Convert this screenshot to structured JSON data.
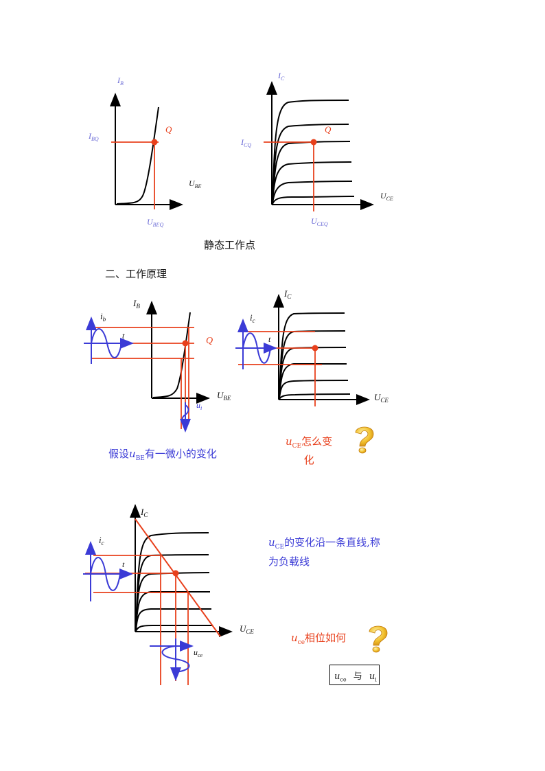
{
  "fig1": {
    "ib_label": "I",
    "ib_sub": "B",
    "ibq_label": "I",
    "ibq_sub": "BQ",
    "ube_label": "U",
    "ube_sub": "BE",
    "ubeq_label": "U",
    "ubeq_sub": "BEQ",
    "q_label": "Q"
  },
  "fig2": {
    "ic_label": "I",
    "ic_sub": "C",
    "icq_label": "I",
    "icq_sub": "CQ",
    "uce_label": "U",
    "uce_sub": "CE",
    "uceq_label": "U",
    "uceq_sub": "CEQ",
    "q_label": "Q"
  },
  "caption_static": "静态工作点",
  "section_heading": "二、工作原理",
  "fig3": {
    "ib_label": "I",
    "ib_sub": "B",
    "small_ib": "i",
    "small_ib_sub": "b",
    "t_label": "t",
    "q_label": "Q",
    "ube_label": "U",
    "ube_sub": "BE",
    "ui_label": "u",
    "ui_sub": "i"
  },
  "fig4": {
    "ic_label": "I",
    "ic_sub": "C",
    "small_ic": "i",
    "small_ic_sub": "c",
    "t_label": "t",
    "uce_label": "U",
    "uce_sub": "CE"
  },
  "note_assume": {
    "prefix": "假设",
    "var": "u",
    "sub": "BE",
    "suffix": "有一微小的变化"
  },
  "note_how": {
    "var": "u",
    "sub": "CE",
    "line1": "怎么变",
    "line2": "化"
  },
  "fig5": {
    "ic_label": "I",
    "ic_sub": "C",
    "small_ic": "i",
    "small_ic_sub": "c",
    "t_label": "t",
    "uce_label": "U",
    "uce_sub": "CE",
    "uce_small": "u",
    "uce_small_sub": "ce"
  },
  "note_loadline": {
    "var": "u",
    "sub": "CE",
    "line1": "的变化沿一条直线,称",
    "line2": "为负载线"
  },
  "note_phase": {
    "var": "u",
    "sub": "ce",
    "text": "相位如何"
  },
  "compare_box": {
    "a": "u",
    "a_sub": "ce",
    "mid": "与",
    "b": "u",
    "b_sub": "i"
  },
  "colors": {
    "red": "#e8401c",
    "blue": "#3b3bd6",
    "label_blue": "#6b6bd6",
    "axis": "#000000",
    "question_yellow": "#f2c12e"
  }
}
